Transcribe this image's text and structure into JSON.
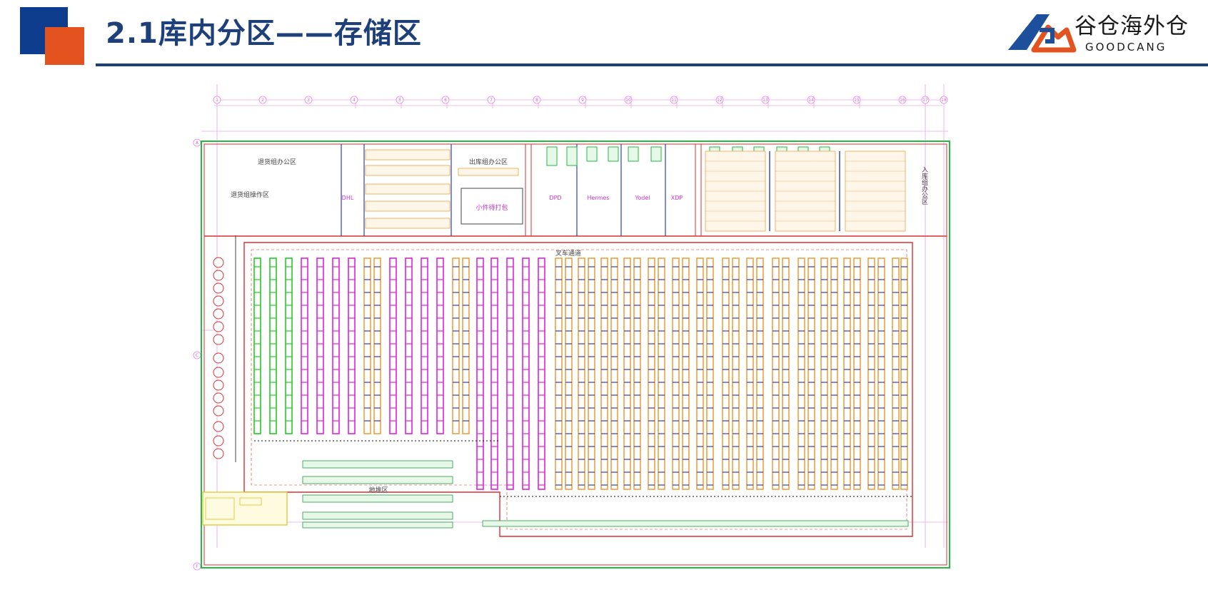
{
  "header": {
    "title": "2.1库内分区——存储区"
  },
  "logo": {
    "chinese_name": "谷仓海外仓",
    "english_name": "GOODCANG",
    "colors": {
      "blue": "#1d4f9c",
      "orange": "#e2531f"
    }
  },
  "colors": {
    "title": "#1d3f7a",
    "accent_blue": "#0d3d8c",
    "accent_orange": "#e2531f",
    "rack_green": "#22cc22",
    "rack_magenta": "#e020e0",
    "rack_orange": "#f0a040",
    "rack_blue": "#2a3fc0",
    "wall_red": "#d93030"
  },
  "floor_plan": {
    "zones": {
      "returns_office": "退货组办公区",
      "returns_operation": "退货组操作区",
      "outbound_office": "出库组办公区",
      "small_parcel_packing": "小件待打包",
      "inbound_office": "入库组办公区",
      "forklift_aisle": "叉车通道",
      "floor_stack_area": "地堆区"
    },
    "carriers": [
      "DHL",
      "DPD",
      "Hermes",
      "Yodel",
      "XDP"
    ],
    "grid_columns": [
      "1",
      "2",
      "3",
      "4",
      "5",
      "6",
      "7",
      "8",
      "9",
      "10",
      "11",
      "12",
      "13",
      "14",
      "15",
      "16",
      "17",
      "18"
    ],
    "grid_rows": [
      "A",
      "C",
      "F"
    ]
  }
}
